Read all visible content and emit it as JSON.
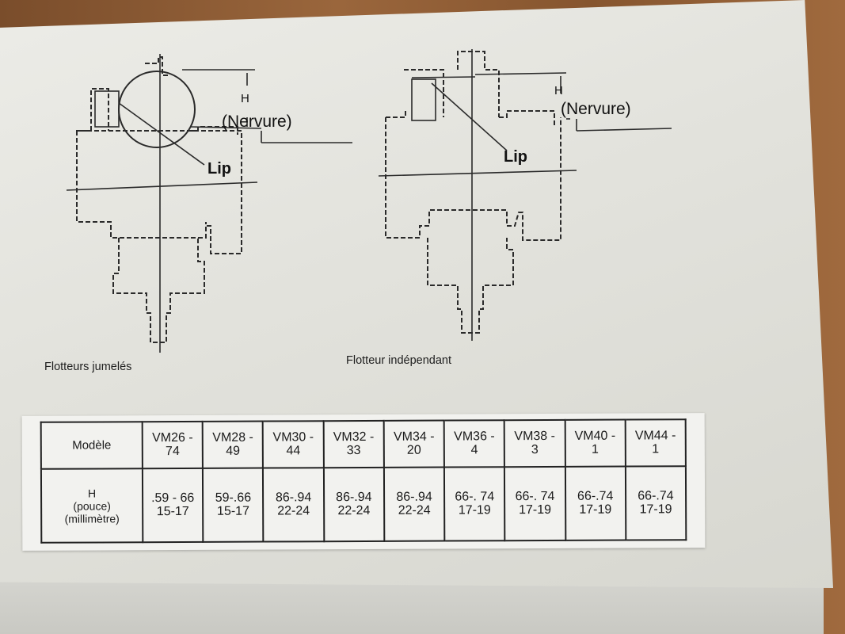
{
  "figures": {
    "left": {
      "caption": "Flotteurs jumelés",
      "nervure_label": "(Nervure)",
      "lip_label": "Lip",
      "h_label": "H"
    },
    "right": {
      "caption": "Flotteur indépendant",
      "nervure_label": "(Nervure)",
      "lip_label": "Lip",
      "h_label": "H"
    }
  },
  "table": {
    "row_header_model": "Modèle",
    "row_header_h": [
      "H",
      "(pouce)",
      "(millimètre)"
    ],
    "models": [
      {
        "name": [
          "VM26 -",
          "74"
        ],
        "inch": ".59 - 66",
        "mm": "15-17"
      },
      {
        "name": [
          "VM28 -",
          "49"
        ],
        "inch": "59-.66",
        "mm": "15-17"
      },
      {
        "name": [
          "VM30 -",
          "44"
        ],
        "inch": "86-.94",
        "mm": "22-24"
      },
      {
        "name": [
          "VM32 -",
          "33"
        ],
        "inch": "86-.94",
        "mm": "22-24"
      },
      {
        "name": [
          "VM34 -",
          "20"
        ],
        "inch": "86-.94",
        "mm": "22-24"
      },
      {
        "name": [
          "VM36 -",
          "4"
        ],
        "inch": "66-. 74",
        "mm": "17-19"
      },
      {
        "name": [
          "VM38 -",
          "3"
        ],
        "inch": "66-. 74",
        "mm": "17-19"
      },
      {
        "name": [
          "VM40 -",
          "1"
        ],
        "inch": "66-.74",
        "mm": "17-19"
      },
      {
        "name": [
          "VM44 -",
          "1"
        ],
        "inch": "66-.74",
        "mm": "17-19"
      }
    ]
  }
}
